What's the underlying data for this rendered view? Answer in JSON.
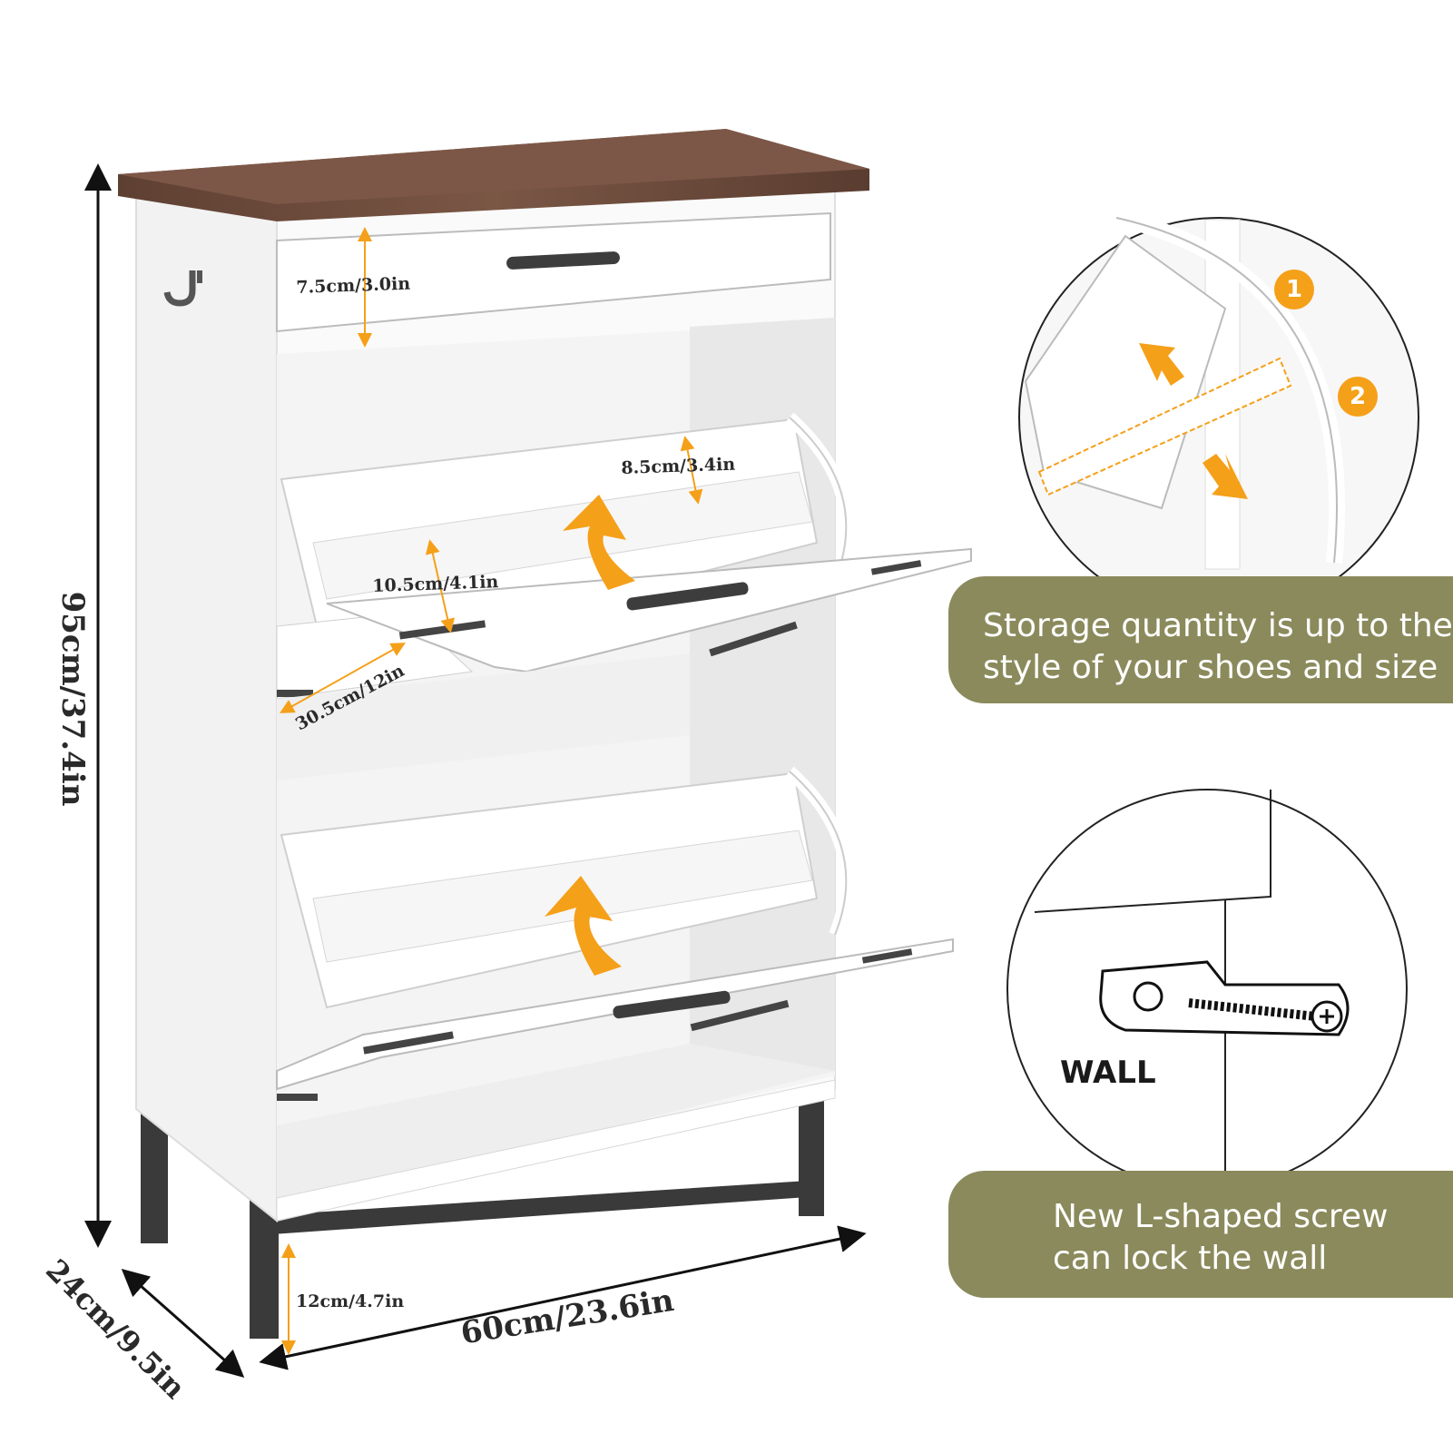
{
  "dimensions": {
    "height": "95cm/37.4in",
    "width": "60cm/23.6in",
    "depth": "24cm/9.5in",
    "drawer_height": "7.5cm/3.0in",
    "compartment_depth": "8.5cm/3.4in",
    "flap_gap": "10.5cm/4.1in",
    "flap_width": "30.5cm/12in",
    "leg_height": "12cm/4.7in"
  },
  "detail_steps": [
    "1",
    "2"
  ],
  "wall_detail_label": "WALL",
  "banners": {
    "storage_line1": "Storage quantity is up to the",
    "storage_line2": "style of your shoes and size",
    "screw_line1": "New L-shaped screw",
    "screw_line2": "can lock the wall"
  },
  "colors": {
    "accent_orange": "#f5a019",
    "banner_olive": "#8a8a5c",
    "wood_top": "#6b4a3a",
    "cabinet_white": "#ffffff",
    "leg_metal": "#3a3a3a"
  }
}
